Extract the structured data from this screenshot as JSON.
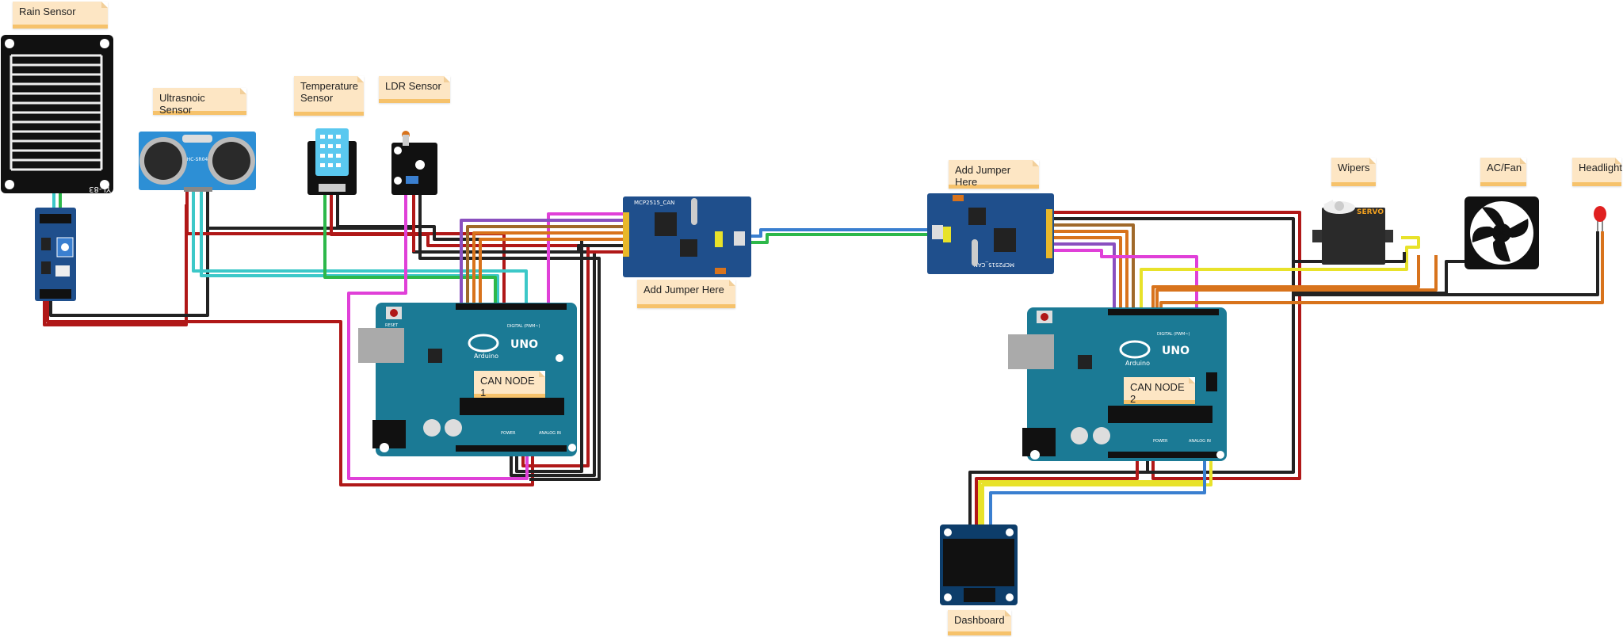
{
  "labels": {
    "rain_sensor": "Rain Sensor",
    "ultrasonic_sensor": "Ultrasnoic Sensor",
    "temperature_sensor_line1": "Temperature",
    "temperature_sensor_line2": "Sensor",
    "ldr_sensor": "LDR Sensor",
    "add_jumper_1": "Add Jumper Here",
    "add_jumper_2": "Add Jumper Here",
    "can_node_1": "CAN NODE 1",
    "can_node_2": "CAN NODE 2",
    "wipers": "Wipers",
    "ac_fan": "AC/Fan",
    "headlight": "Headlight",
    "dashboard": "Dashboard"
  },
  "board_text": {
    "rain_plate": "YL-83",
    "ultrasonic_chip": "HC-SR04",
    "can_module_1": "MCP2515_CAN",
    "can_module_2": "MCP2515_CAN",
    "arduino_logo": "UNO",
    "arduino_brand": "Arduino",
    "reset": "RESET",
    "digital": "DIGITAL (PWM~)",
    "power": "POWER",
    "analog": "ANALOG IN",
    "servo": "SERVO"
  },
  "colors": {
    "red": "#b01818",
    "black": "#222222",
    "cyan": "#3cc8c8",
    "green": "#2db84a",
    "magenta": "#e040d8",
    "purple": "#8a4fbf",
    "orange": "#d8731c",
    "brown": "#a0692a",
    "yellow": "#e8e22a",
    "blue": "#3a7fd0",
    "board_blue": "#1f4f8c",
    "arduino_teal": "#1b7a95",
    "note_fill": "#fde6c4",
    "note_edge": "#f6c26b"
  }
}
